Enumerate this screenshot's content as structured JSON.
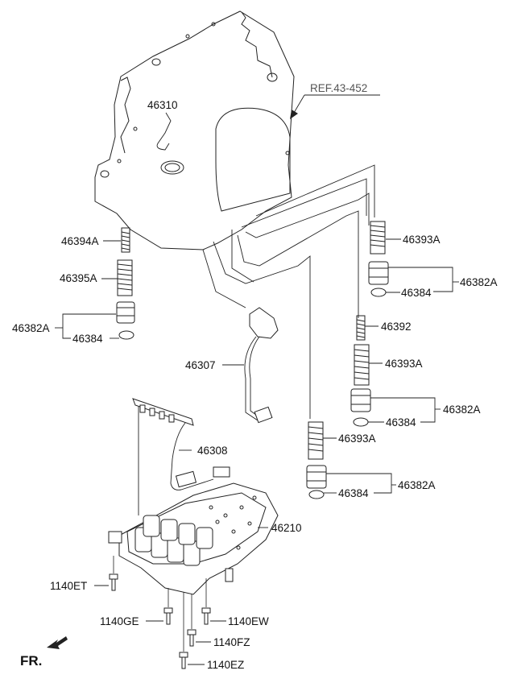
{
  "reference": "REF.43-452",
  "front_marker": "FR.",
  "labels": {
    "p46310": "46310",
    "p46394A": "46394A",
    "p46395A": "46395A",
    "p46382A_left": "46382A",
    "p46384_left": "46384",
    "p46307": "46307",
    "p46308": "46308",
    "p46210": "46210",
    "p46393A_top": "46393A",
    "p46382A_r1": "46382A",
    "p46384_r1": "46384",
    "p46392": "46392",
    "p46393A_mid": "46393A",
    "p46382A_r2": "46382A",
    "p46384_r2": "46384",
    "p46393A_low": "46393A",
    "p46382A_r3": "46382A",
    "p46384_r3": "46384",
    "p1140ET": "1140ET",
    "p1140GE": "1140GE",
    "p1140EW": "1140EW",
    "p1140FZ": "1140FZ",
    "p1140EZ": "1140EZ"
  }
}
